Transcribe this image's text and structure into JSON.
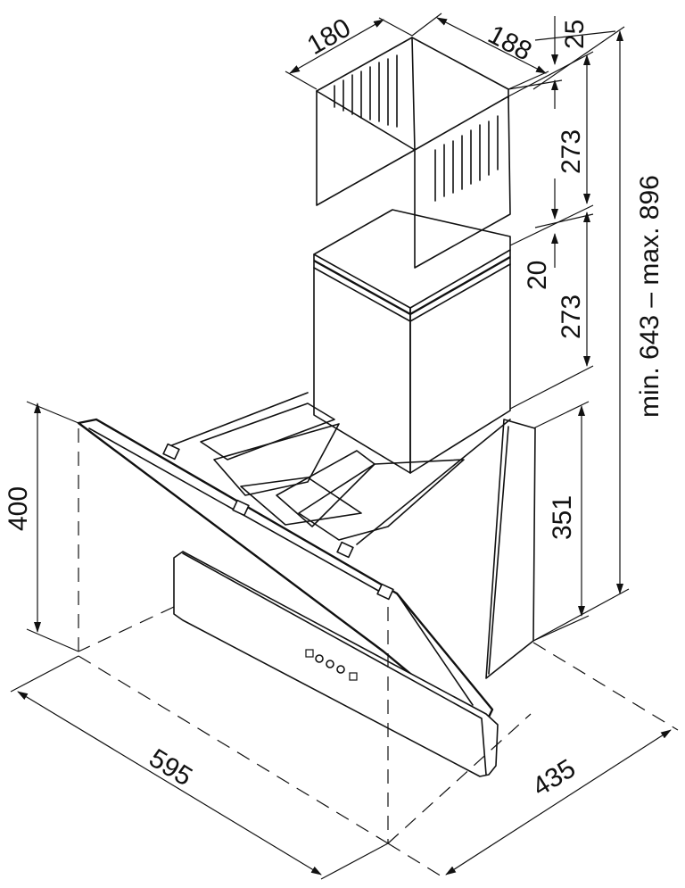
{
  "dimensions": {
    "chimney_width": "180",
    "chimney_depth": "188",
    "top_offset": "25",
    "upper_section_height": "273",
    "overlap": "20",
    "lower_section_height": "273",
    "total_height_range": "min. 643 – max. 896",
    "front_height": "400",
    "body_height": "351",
    "width": "595",
    "depth": "435"
  }
}
